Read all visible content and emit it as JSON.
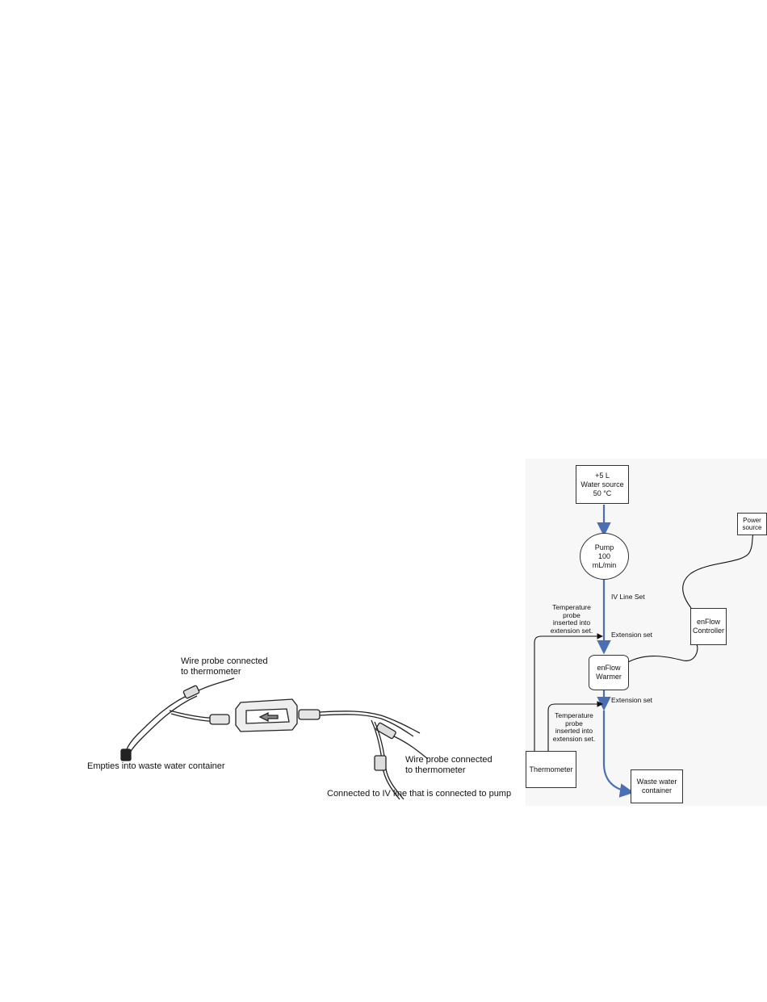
{
  "left": {
    "label_probe_top_1": "Wire probe connected",
    "label_probe_top_2": "to thermometer",
    "label_waste": "Empties into waste water container",
    "label_probe_bottom_1": "Wire probe connected",
    "label_probe_bottom_2": "to thermometer",
    "label_iv": "Connected to IV line that is connected to pump"
  },
  "right": {
    "water_source": [
      "+5 L",
      "Water source",
      "50 °C"
    ],
    "pump": [
      "Pump",
      "100",
      "mL/min"
    ],
    "iv_line_set": "IV Line Set",
    "probe_upper": [
      "Temperature",
      "probe",
      "inserted into",
      "extension set."
    ],
    "extension_upper": "Extension set",
    "warmer": [
      "enFlow",
      "Warmer"
    ],
    "extension_lower": "Extension set",
    "probe_lower": [
      "Temperature",
      "probe",
      "inserted into",
      "extension set."
    ],
    "thermometer": "Thermometer",
    "waste_container": [
      "Waste water",
      "container"
    ],
    "power_source": [
      "Power",
      "source"
    ],
    "controller": [
      "enFlow",
      "Controller"
    ]
  },
  "colors": {
    "flow": "#4a6fb5",
    "line": "#111111"
  }
}
